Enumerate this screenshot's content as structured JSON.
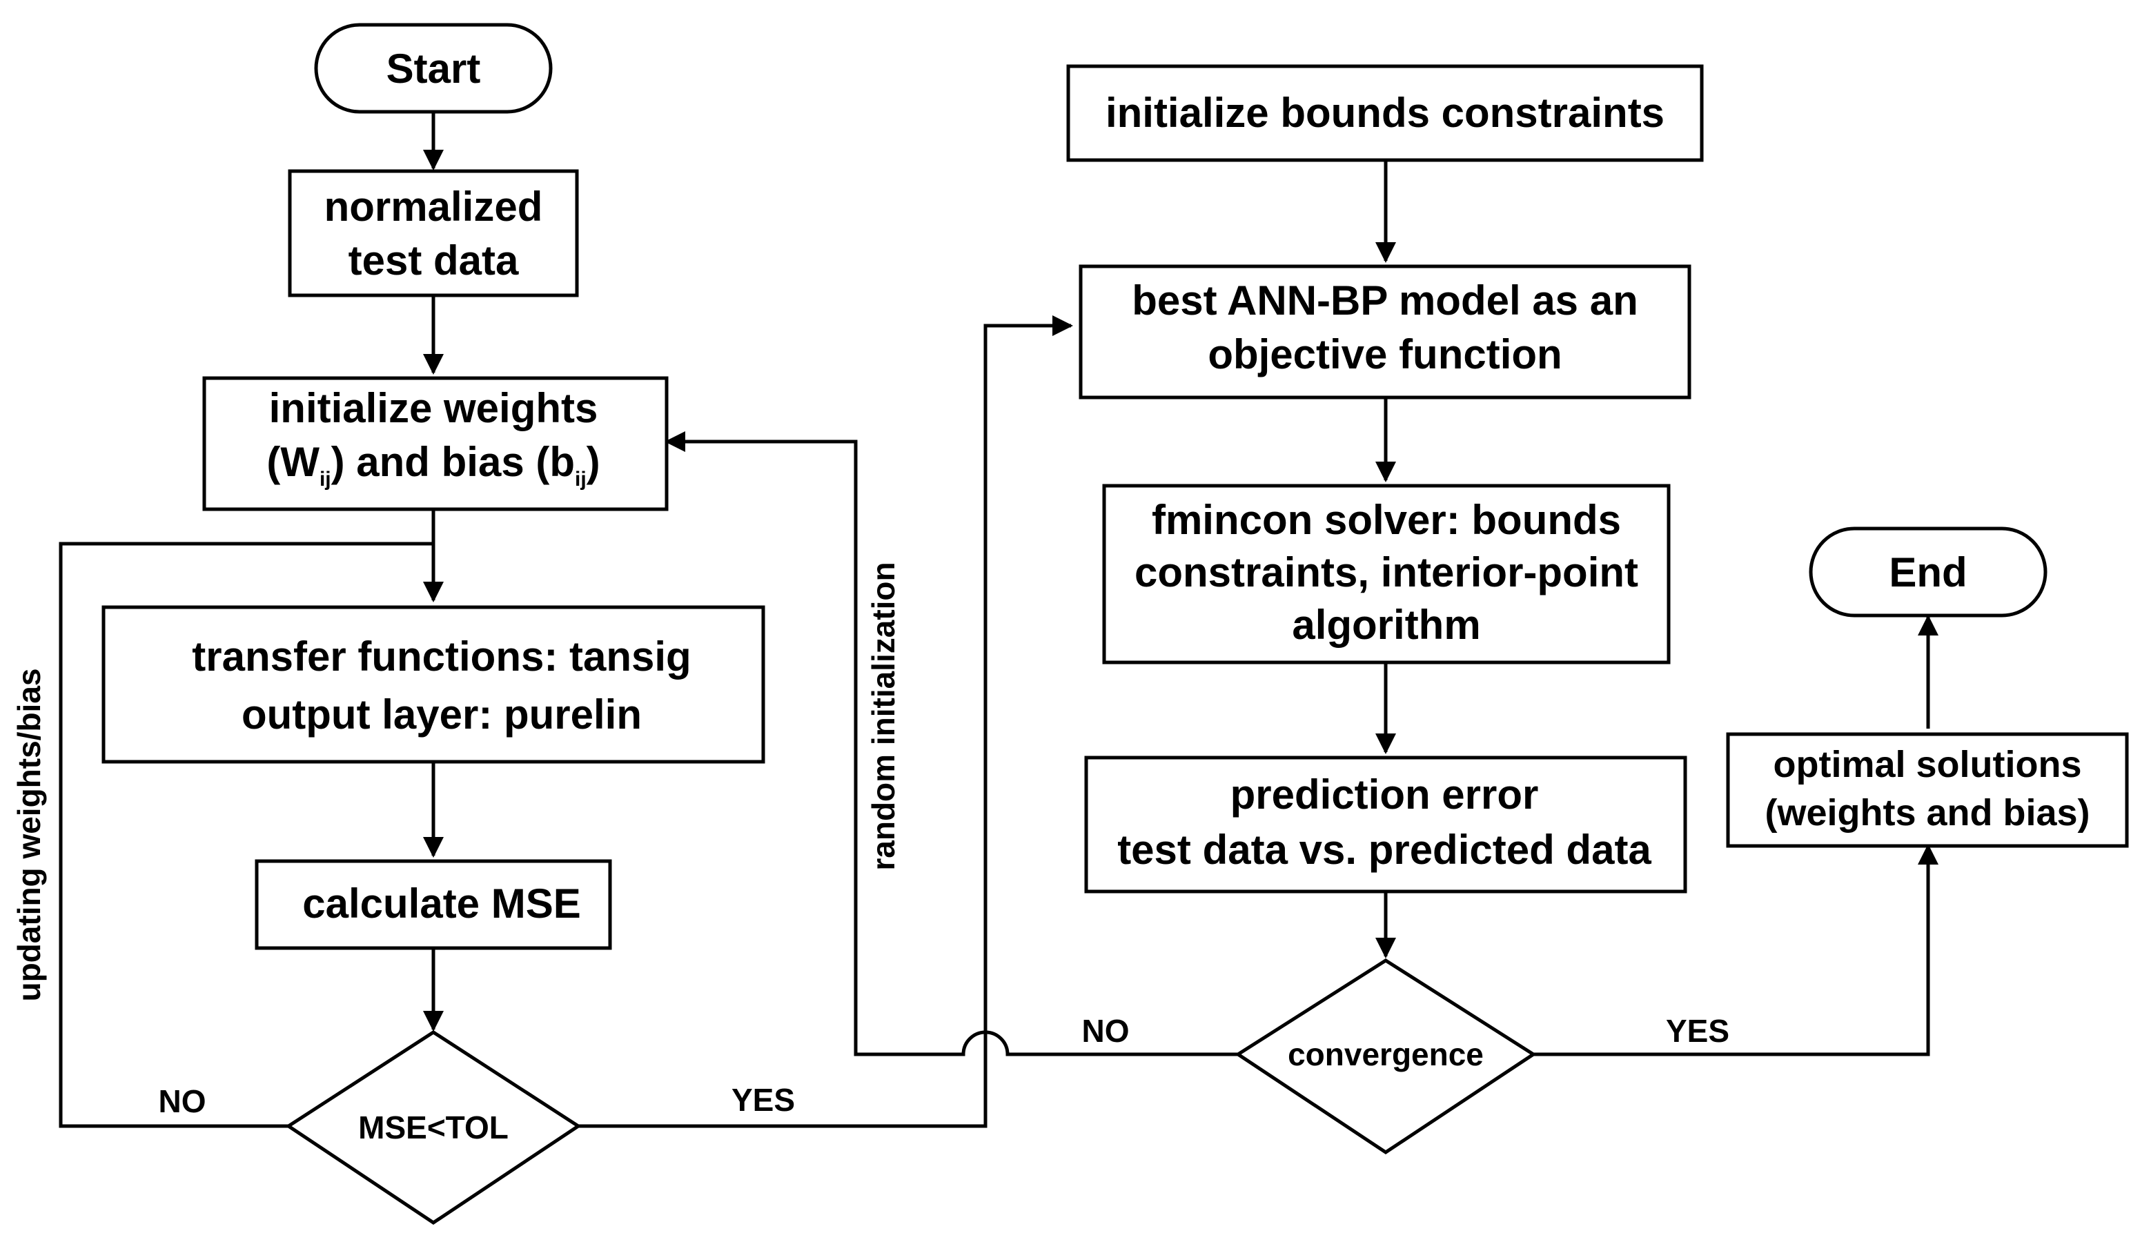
{
  "nodes": {
    "start": "Start",
    "normalized_1": "normalized",
    "normalized_2": "test data",
    "init_weights_1": "initialize weights",
    "init_weights_2_a": "(W",
    "init_weights_2_sub1": "ij",
    "init_weights_2_b": ") and bias (b",
    "init_weights_2_sub2": "ij",
    "init_weights_2_c": ")",
    "transfer_1": "transfer functions: tansig",
    "transfer_2": "output layer: purelin",
    "calc_mse": "calculate MSE",
    "mse_decision": "MSE<TOL",
    "init_bounds": "initialize bounds constraints",
    "best_ann_1": "best ANN-BP model as an",
    "best_ann_2": "objective function",
    "fmincon_1": "fmincon solver: bounds",
    "fmincon_2": "constraints, interior-point",
    "fmincon_3": "algorithm",
    "pred_err_1": "prediction error",
    "pred_err_2": "test data vs. predicted data",
    "convergence": "convergence",
    "optimal_1": "optimal solutions",
    "optimal_2": "(weights and bias)",
    "end": "End"
  },
  "edge_labels": {
    "updating": "updating weights/bias",
    "random_init": "random initialization",
    "mse_no": "NO",
    "mse_yes": "YES",
    "conv_no": "NO",
    "conv_yes": "YES"
  },
  "colors": {
    "stroke": "#000000",
    "fill": "#ffffff",
    "text": "#000000"
  }
}
